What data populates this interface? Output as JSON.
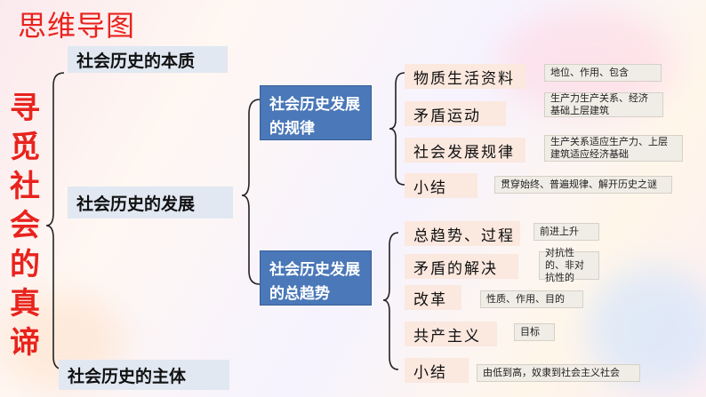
{
  "header": {
    "title": "思维导图"
  },
  "root": {
    "chars": [
      "寻",
      "觅",
      "社",
      "会",
      "的",
      "真",
      "谛"
    ]
  },
  "level1": {
    "essence": "社会历史的本质",
    "development": "社会历史的发展",
    "subject": "社会历史的主体"
  },
  "level2": {
    "law": "社会历史发展的规律",
    "trend": "社会历史发展的总趋势"
  },
  "law_items": [
    {
      "label": "物质生活资料",
      "note": "地位、作用、包含"
    },
    {
      "label": "矛盾运动",
      "note": "生产力生产关系、经济基础上层建筑"
    },
    {
      "label": "社会发展规律",
      "note": "生产关系适应生产力、上层建筑适应经济基础"
    },
    {
      "label": "小结",
      "note": "贯穿始终、普遍规律、解开历史之谜"
    }
  ],
  "trend_items": [
    {
      "label": "总趋势、过程",
      "note": "前进上升"
    },
    {
      "label": "矛盾的解决",
      "note": "对抗性的、非对抗性的"
    },
    {
      "label": "改革",
      "note": "性质、作用、目的"
    },
    {
      "label": "共产主义",
      "note": "目标"
    },
    {
      "label": "小结",
      "note": "由低到高，奴隶到社会主义社会"
    }
  ]
}
